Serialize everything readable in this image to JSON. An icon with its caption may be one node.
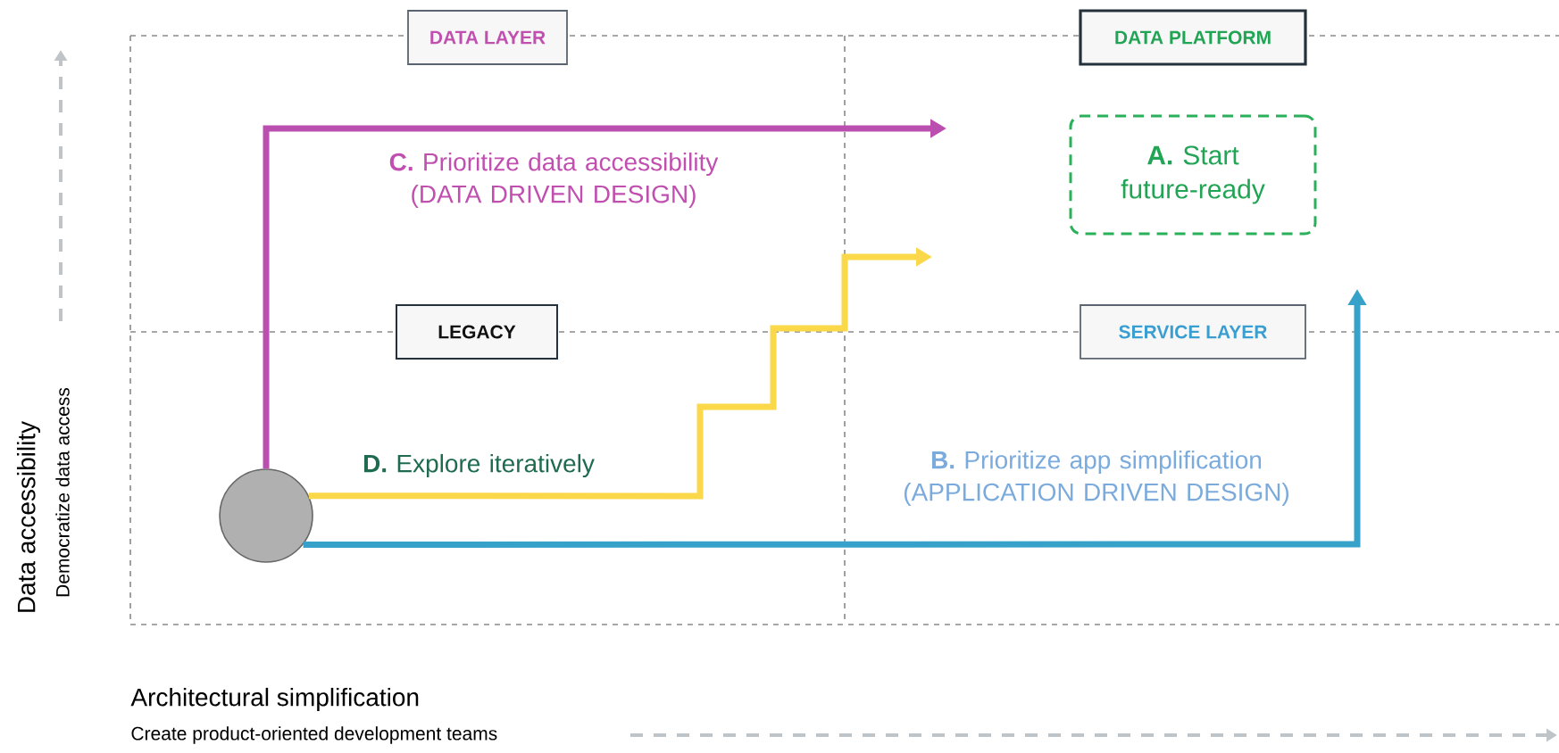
{
  "diagram": {
    "nodes": [
      {
        "text": [
          "DATA LAYER"
        ]
      },
      {
        "text": [
          "DATA PLATFORM"
        ]
      },
      {
        "text": [
          "**A.** Start future-ready"
        ]
      },
      {
        "text": [
          "LEGACY"
        ]
      },
      {
        "text": [
          "SERVICE LAYER"
        ]
      },
      {
        "text": [],
        "shape": "circle"
      }
    ],
    "edges": [
      {
        "from": 5,
        "to": null,
        "arrow": "to",
        "label": "**C.** Prioritize data accessibility (DATA DRIVEN DESIGN)",
        "color": "#bb4fb0"
      },
      {
        "from": 5,
        "to": null,
        "arrow": "to",
        "label": "**D.** Explore iteratively",
        "color": "#fbd84a"
      },
      {
        "from": 5,
        "to": null,
        "arrow": "to",
        "label": "**B.** Prioritize app simplification (APPLICATION DRIVEN DESIGN)",
        "color": "#37a2c9"
      }
    ],
    "labels": [
      "Data accessibility",
      "Democratize data access",
      "Architectural simplification",
      "Create product-oriented development teams"
    ]
  }
}
